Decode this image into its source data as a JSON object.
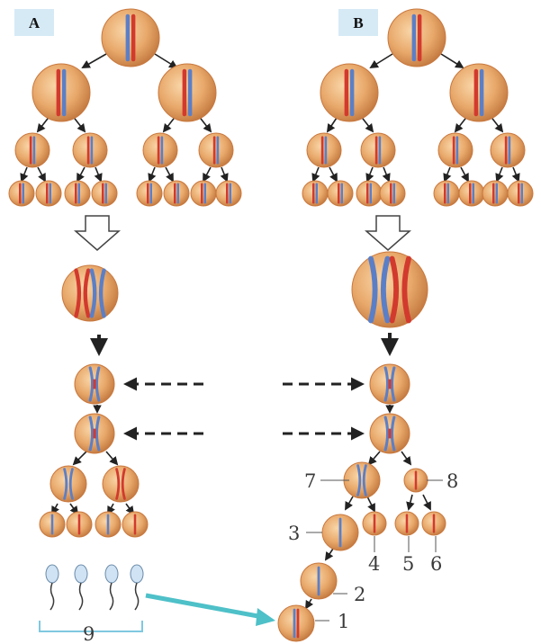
{
  "panels": {
    "a": {
      "label": "A"
    },
    "b": {
      "label": "B"
    }
  },
  "labels": {
    "l1": "1",
    "l2": "2",
    "l3": "3",
    "l4": "4",
    "l5": "5",
    "l6": "6",
    "l7": "7",
    "l8": "8",
    "l9": "9"
  },
  "colors": {
    "cell_fill": "#E8A86A",
    "cell_dark": "#C9783E",
    "chrom_red": "#D23A2E",
    "chrom_blue": "#5B7FC7",
    "label_bg": "#D6EAF6",
    "sperm_head": "#CFE3F4",
    "link_arrow": "#4EC0C8"
  }
}
